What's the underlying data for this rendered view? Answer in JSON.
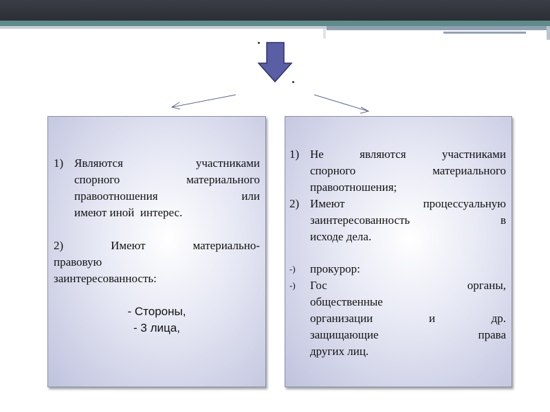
{
  "left_box": {
    "item1": {
      "number": "1)",
      "lines": [
        "Являются участниками",
        "спорного материального",
        "правоотношения или",
        "имеют иной  интерес."
      ]
    },
    "item2": {
      "lines": [
        "2) Имеют материально-",
        "правовую",
        "заинтересованность:"
      ]
    },
    "parties": [
      "- Стороны,",
      "- 3 лица,"
    ]
  },
  "right_box": {
    "item1": {
      "number": "1)",
      "lines": [
        "Не являются участниками",
        "спорного материального",
        "правоотношения;"
      ]
    },
    "item2": {
      "number": "2)",
      "lines": [
        "Имеют процессуальную",
        "заинтересованность в",
        "исходе дела."
      ]
    },
    "bullet_a": {
      "marker": "-)",
      "lines": [
        "прокурор:"
      ]
    },
    "bullet_b": {
      "marker": "-)",
      "lines": [
        "Гос органы,",
        "общественные",
        "организации и др.",
        "защищающие права",
        "других лиц."
      ]
    }
  },
  "colors": {
    "arrow_fill": "#5a5fa5",
    "arrow_stroke": "#2c2f6e",
    "header_dark": "#2f323a",
    "header_teal": "#5e8c8a"
  },
  "icons": {
    "main_arrow": "down-arrow-icon"
  }
}
